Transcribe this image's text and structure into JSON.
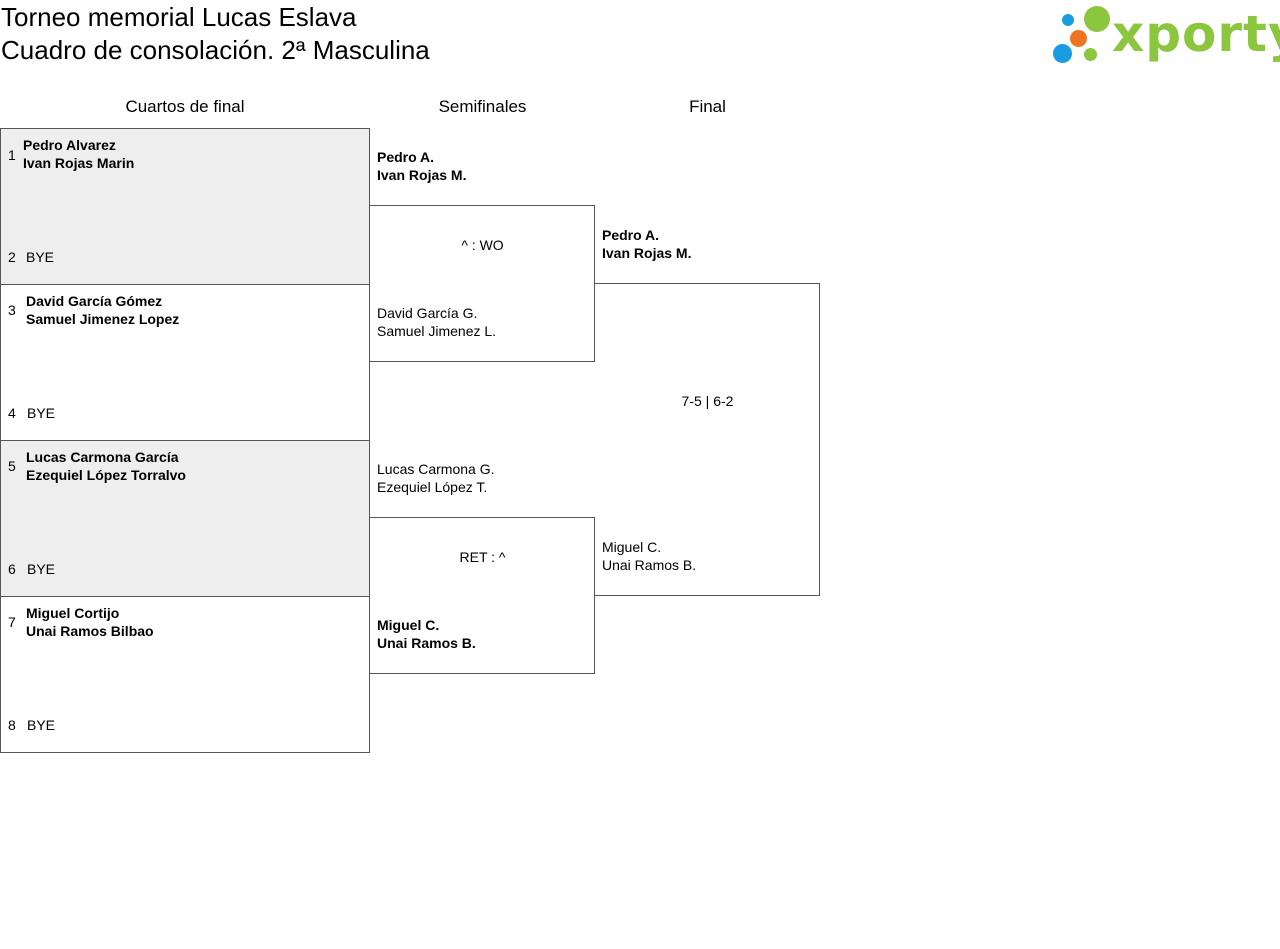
{
  "header": {
    "title_line1": "Torneo memorial Lucas Eslava",
    "title_line2": "Cuadro de consolación. 2ª Masculina"
  },
  "logo": {
    "word": "xporty",
    "colors": {
      "green": "#8cc63f",
      "blue": "#1a9de0",
      "orange": "#ee7623"
    }
  },
  "rounds": {
    "quarterfinals": "Cuartos de final",
    "semifinals": "Semifinales",
    "final": "Final"
  },
  "quarterfinals": [
    {
      "top_seed": "1",
      "top_player1": "Pedro Alvarez",
      "top_player2": "Ivan Rojas Marin",
      "bottom_seed": "2",
      "bottom_label": "BYE",
      "shaded": true
    },
    {
      "top_seed": "3",
      "top_player1": "David García Gómez",
      "top_player2": "Samuel Jimenez Lopez",
      "bottom_seed": "4",
      "bottom_label": "BYE",
      "shaded": false
    },
    {
      "top_seed": "5",
      "top_player1": "Lucas Carmona García",
      "top_player2": "Ezequiel López Torralvo",
      "bottom_seed": "6",
      "bottom_label": "BYE",
      "shaded": true
    },
    {
      "top_seed": "7",
      "top_player1": "Miguel Cortijo",
      "top_player2": "Unai Ramos Bilbao",
      "bottom_seed": "8",
      "bottom_label": "BYE",
      "shaded": false
    }
  ],
  "semifinals": [
    {
      "top_player1": "Pedro A.",
      "top_player2": "Ivan Rojas M.",
      "top_winner": true,
      "result": "^ : WO",
      "bottom_player1": "David García G.",
      "bottom_player2": "Samuel Jimenez L.",
      "bottom_winner": false
    },
    {
      "top_player1": "Lucas Carmona G.",
      "top_player2": "Ezequiel López T.",
      "top_winner": false,
      "result": "RET : ^",
      "bottom_player1": "Miguel C.",
      "bottom_player2": "Unai Ramos B.",
      "bottom_winner": true
    }
  ],
  "final": {
    "top_player1": "Pedro A.",
    "top_player2": "Ivan Rojas M.",
    "top_winner": true,
    "result": "7-5 | 6-2",
    "bottom_player1": "Miguel C.",
    "bottom_player2": "Unai Ramos B.",
    "bottom_winner": false
  }
}
